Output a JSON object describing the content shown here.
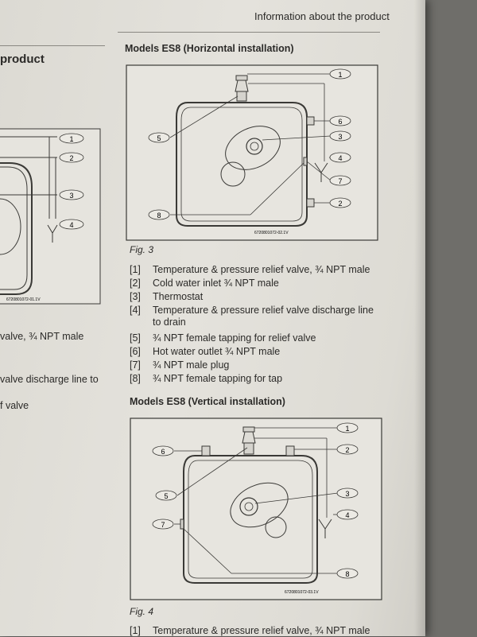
{
  "header": {
    "right_title": "Information about the product"
  },
  "left_page": {
    "heading_fragment": "product",
    "figure_code": "6720801072-01.1V",
    "callouts": [
      "1",
      "2",
      "3",
      "4"
    ],
    "lines": [
      "valve, ¾ NPT male",
      "valve discharge line to",
      "f valve"
    ]
  },
  "horizontal": {
    "heading": "Models ES8 (Horizontal installation)",
    "figure_code": "6720801072-02.1V",
    "caption": "Fig. 3",
    "callouts": [
      "1",
      "2",
      "3",
      "4",
      "5",
      "6",
      "7",
      "8"
    ]
  },
  "legend": [
    {
      "num": "[1]",
      "text": "Temperature & pressure relief valve, ¾ NPT male"
    },
    {
      "num": "[2]",
      "text": "Cold water inlet ¾ NPT male"
    },
    {
      "num": "[3]",
      "text": "Thermostat"
    },
    {
      "num": "[4]",
      "text": "Temperature & pressure relief valve discharge line to drain"
    },
    {
      "num": "[5]",
      "text": "¾ NPT female tapping for relief valve"
    },
    {
      "num": "[6]",
      "text": "Hot water outlet ¾ NPT male"
    },
    {
      "num": "[7]",
      "text": "¾ NPT male plug"
    },
    {
      "num": "[8]",
      "text": "¾ NPT female tapping for tap"
    }
  ],
  "vertical": {
    "heading": "Models ES8 (Vertical installation)",
    "figure_code": "6720801072-03.1V",
    "caption": "Fig. 4",
    "callouts": [
      "1",
      "2",
      "3",
      "4",
      "5",
      "6",
      "7",
      "8"
    ]
  },
  "bottom_legend": [
    {
      "num": "[1]",
      "text": "Temperature & pressure relief valve, ¾ NPT male"
    }
  ],
  "colors": {
    "paper": "#e2e0da",
    "ink": "#2b2a28",
    "background": "#6f6e6a"
  }
}
